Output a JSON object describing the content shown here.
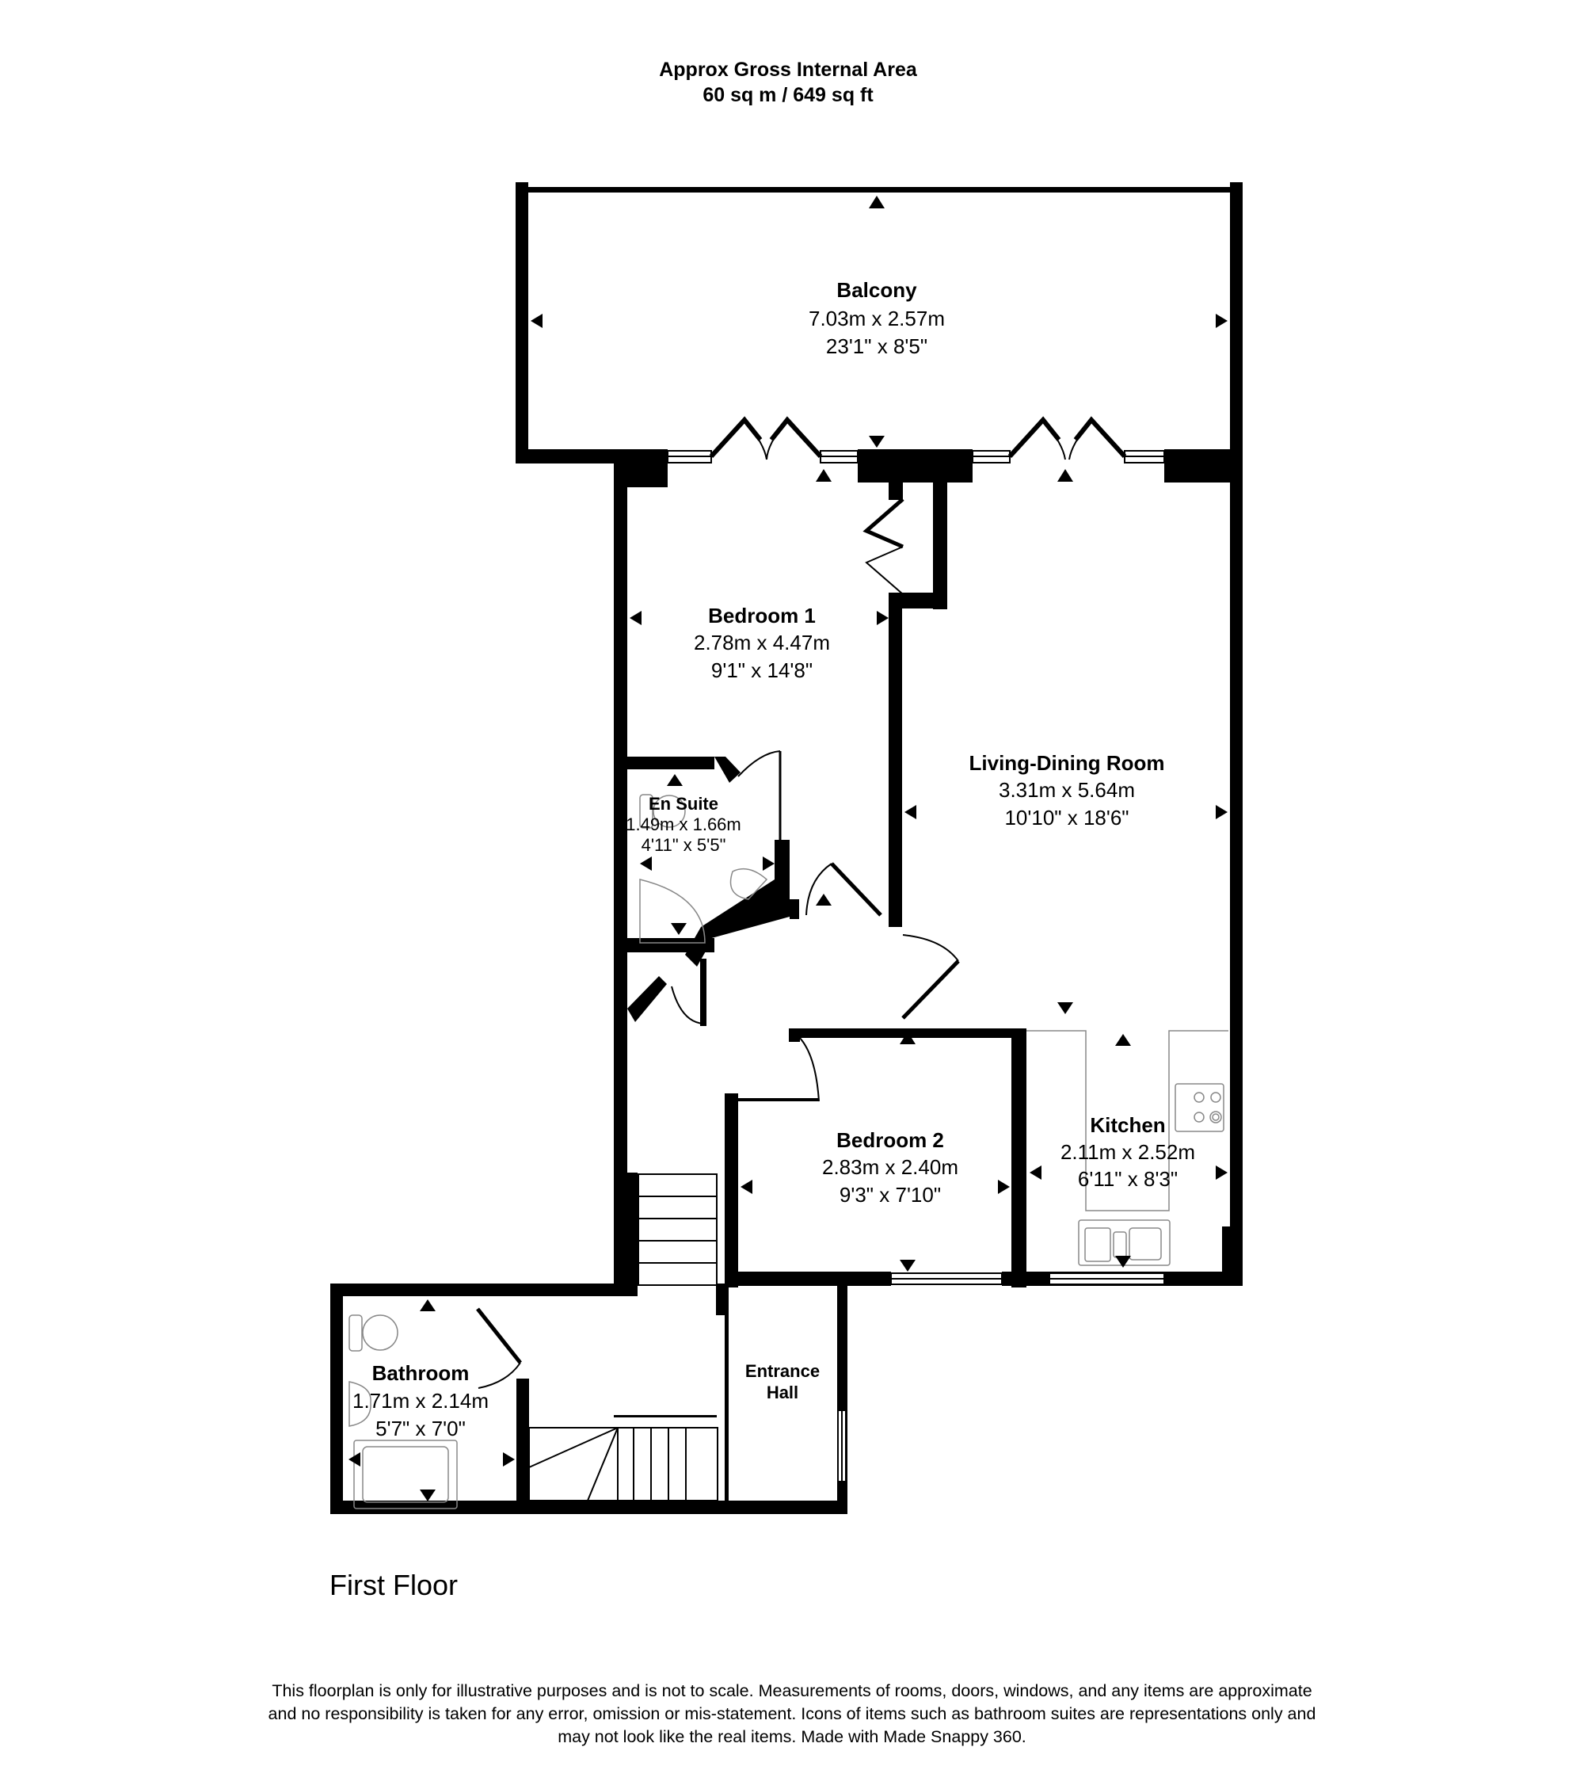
{
  "header": {
    "title": "Approx Gross Internal Area",
    "area": "60 sq m / 649 sq ft"
  },
  "floor_label": "First Floor",
  "rooms": {
    "balcony": {
      "name": "Balcony",
      "metric": "7.03m x 2.57m",
      "imperial": "23'1\" x 8'5\""
    },
    "bedroom1": {
      "name": "Bedroom 1",
      "metric": "2.78m x 4.47m",
      "imperial": "9'1\" x 14'8\""
    },
    "ensuite": {
      "name": "En Suite",
      "metric": "1.49m x 1.66m",
      "imperial": "4'11\" x 5'5\""
    },
    "living": {
      "name": "Living-Dining Room",
      "metric": "3.31m x 5.64m",
      "imperial": "10'10\" x 18'6\""
    },
    "bedroom2": {
      "name": "Bedroom 2",
      "metric": "2.83m x 2.40m",
      "imperial": "9'3\" x 7'10\""
    },
    "kitchen": {
      "name": "Kitchen",
      "metric": "2.11m x 2.52m",
      "imperial": "6'11\" x 8'3\""
    },
    "bathroom": {
      "name": "Bathroom",
      "metric": "1.71m x 2.14m",
      "imperial": "5'7\" x 7'0\""
    },
    "entrance": {
      "name_line1": "Entrance",
      "name_line2": "Hall"
    }
  },
  "disclaimer": {
    "line1": "This floorplan is only for illustrative purposes and is not to scale. Measurements of rooms, doors, windows, and any items are approximate",
    "line2": "and no responsibility is taken for any error, omission or mis-statement. Icons of items such as bathroom suites are representations only and",
    "line3": "may not look like the real items. Made with Made Snappy 360."
  },
  "colors": {
    "wall": "#000000",
    "fixture": "#888888",
    "background": "#ffffff"
  }
}
